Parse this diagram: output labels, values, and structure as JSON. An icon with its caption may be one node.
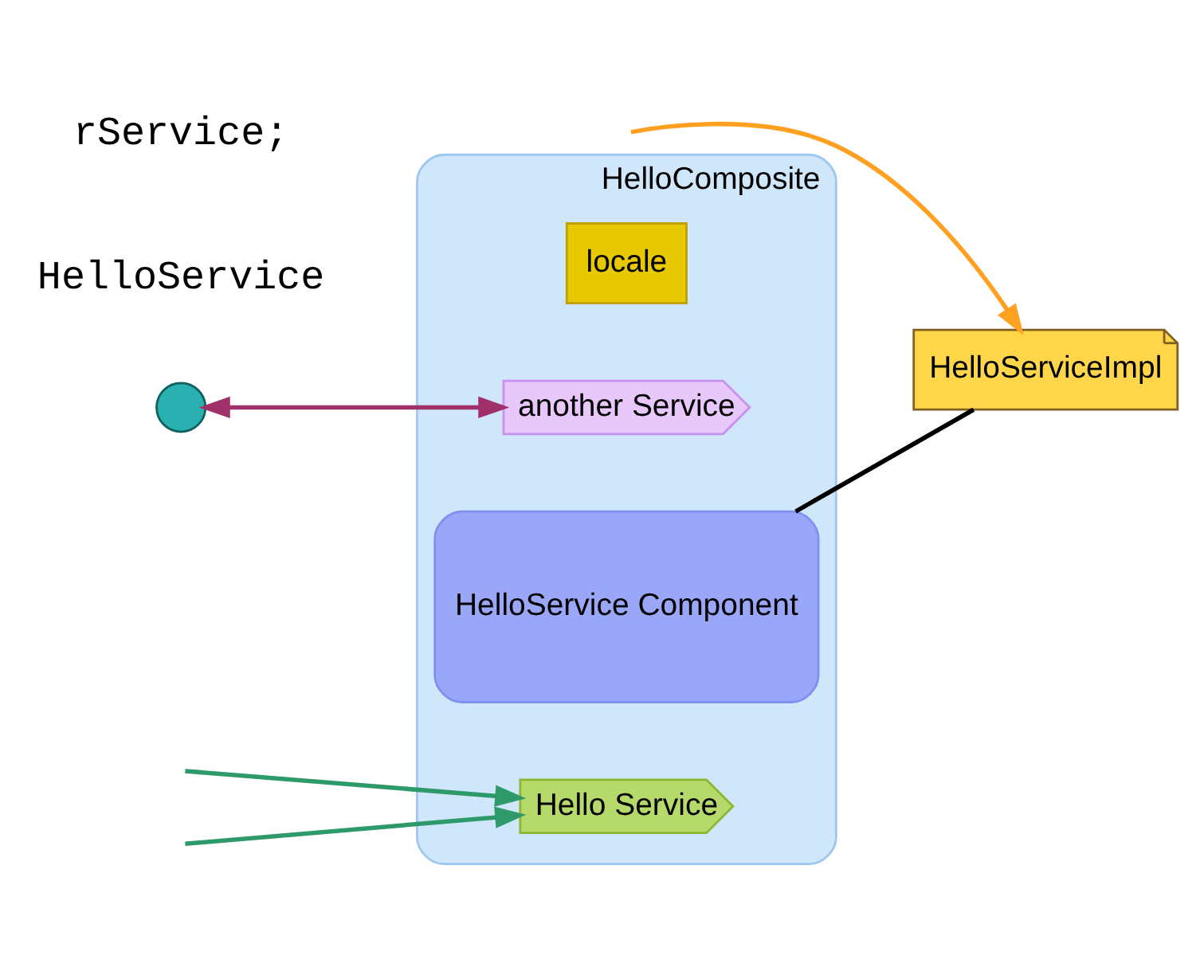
{
  "diagram": {
    "nodes": [
      {
        "text": [
          "HelloComposite"
        ]
      },
      {
        "text": [
          "locale"
        ],
        "in": 0
      },
      {
        "text": [
          "Hello Service"
        ],
        "in": 0
      },
      {
        "text": [
          "HelloService Component"
        ],
        "in": 0
      },
      {
        "text": [
          "another Service"
        ],
        "in": 0
      },
      {
        "text": [
          "HelloServiceImpl"
        ]
      },
      {
        "text": [],
        "shape": "circle"
      }
    ],
    "edges": [
      {
        "from": null,
        "to": 2,
        "arrow": "to",
        "color": "#2e9a6a"
      },
      {
        "from": null,
        "to": 2,
        "arrow": "to",
        "color": "#2e9a6a"
      },
      {
        "from": 3,
        "to": 5,
        "arrow": "none",
        "color": "#000000"
      },
      {
        "from": null,
        "to": 5,
        "arrow": "to",
        "color": "#ffa020"
      },
      {
        "from": 6,
        "to": 4,
        "arrow": "both",
        "color": "#a0306a"
      }
    ],
    "labels": [
      "HelloService",
      "rService;"
    ]
  }
}
